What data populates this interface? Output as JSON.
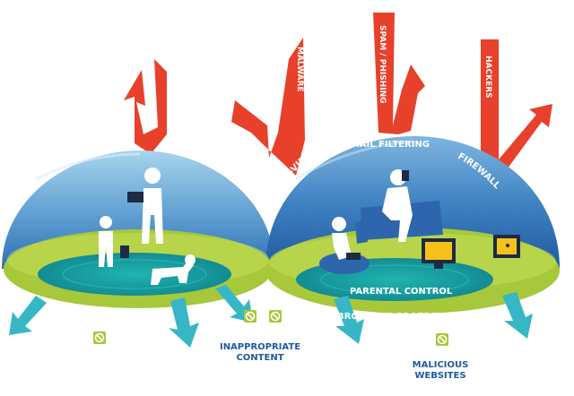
{
  "threats": {
    "malware": "MALWARE",
    "spam": "SPAM / PHISHING",
    "hackers": "HACKERS"
  },
  "dome_labels": {
    "antivirus": "ANTI-VIRUS",
    "email": "EMAIL FILTERING",
    "firewall": "FIREWALL",
    "parental": "PARENTAL CONTROL",
    "browsing": "BROWSING PROTECTION"
  },
  "blocked": {
    "inappropriate_1": "INAPPROPRIATE",
    "inappropriate_2": "CONTENT",
    "malicious_1": "MALICIOUS",
    "malicious_2": "WEBSITES"
  },
  "colors": {
    "threat_red": "#e8412b",
    "dome_blue": "#2f6fb3",
    "ground_green": "#a6c83a",
    "pool_teal": "#1aa8a8",
    "exit_cyan": "#37b7c6",
    "label_blue": "#1f5a9e"
  }
}
